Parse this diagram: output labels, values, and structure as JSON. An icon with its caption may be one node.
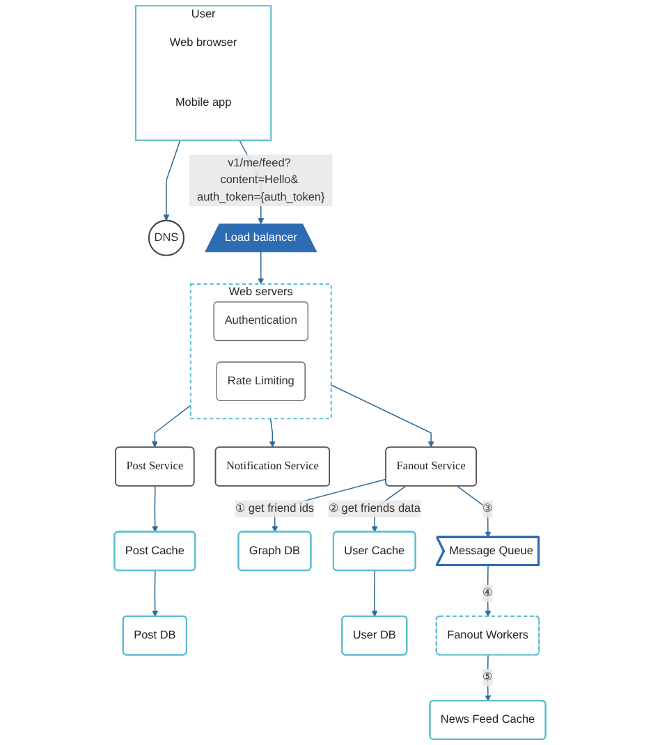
{
  "diagram": {
    "nodes": [
      {
        "text": [
          "User"
        ]
      },
      {
        "text": [
          "Web browser"
        ],
        "in": 0
      },
      {
        "text": [
          "Mobile app"
        ],
        "in": 0
      },
      {
        "text": [
          "DNS"
        ]
      },
      {
        "text": [
          "Load balancer"
        ]
      },
      {
        "text": [
          "Web servers"
        ]
      },
      {
        "text": [
          "Authentication"
        ],
        "in": 5
      },
      {
        "text": [
          "Rate Limiting"
        ],
        "in": 5
      },
      {
        "text": [
          "Post Service"
        ]
      },
      {
        "text": [
          "Notification Service"
        ]
      },
      {
        "text": [
          "Post Cache"
        ]
      },
      {
        "text": [
          "Post DB"
        ]
      },
      {
        "text": [
          "Fanout Service"
        ]
      },
      {
        "text": [
          "Graph DB"
        ]
      },
      {
        "text": [
          "Message Queue"
        ]
      },
      {
        "text": [
          "User Cache"
        ]
      },
      {
        "text": [
          "User DB"
        ]
      },
      {
        "text": [
          "Fanout Workers"
        ]
      },
      {
        "text": [
          "News Feed Cache"
        ]
      }
    ],
    "edges": [
      {
        "from": 0,
        "to": 3,
        "arrow": "to"
      },
      {
        "from": 0,
        "to": 4,
        "arrow": "to",
        "label": "v1/me/feed? content=Hello& auth_token={auth_token}"
      },
      {
        "from": 4,
        "to": 5,
        "arrow": "to"
      },
      {
        "from": 5,
        "to": 8,
        "arrow": "to"
      },
      {
        "from": 5,
        "to": 9,
        "arrow": "to"
      },
      {
        "from": 5,
        "to": 12,
        "arrow": "to"
      },
      {
        "from": 8,
        "to": 10,
        "arrow": "to"
      },
      {
        "from": 10,
        "to": 11,
        "arrow": "to"
      },
      {
        "from": 12,
        "to": 13,
        "arrow": "to",
        "label": "① get friend ids"
      },
      {
        "from": 12,
        "to": 15,
        "arrow": "to",
        "label": "② get friends data"
      },
      {
        "from": 12,
        "to": 14,
        "arrow": "to",
        "label": "③"
      },
      {
        "from": 15,
        "to": 16,
        "arrow": "to"
      },
      {
        "from": 14,
        "to": 17,
        "arrow": "to",
        "label": "④"
      },
      {
        "from": 17,
        "to": 18,
        "arrow": "to",
        "label": "⑤"
      }
    ]
  }
}
